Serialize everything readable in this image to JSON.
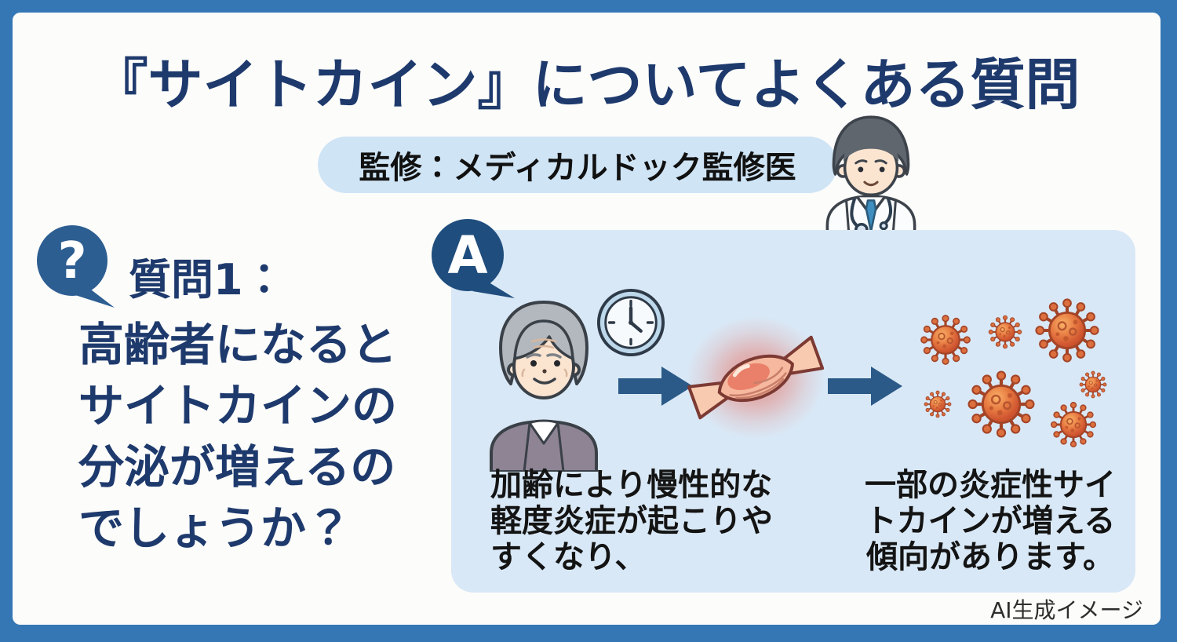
{
  "title": "『サイトカイン』についてよくある質問",
  "supervisor_badge": "監修：メディカルドック監修医",
  "question": {
    "icon_glyph": "?",
    "label": "質問1：",
    "lines": [
      "高齢者になると",
      "サイトカインの",
      "分泌が増えるの",
      "でしょうか？"
    ]
  },
  "answer": {
    "icon_glyph": "A",
    "step1_lines": [
      "加齢により慢性的な",
      "軽度炎症が起こりや",
      "すくなり、"
    ],
    "step2_lines": [
      "一部の炎症性サイ",
      "トカインが増える",
      "傾向があります。"
    ],
    "flow_icons": [
      "elderly-woman-icon",
      "clock-icon",
      "arrow-right-icon",
      "inflamed-muscle-icon",
      "arrow-right-icon",
      "cytokine-particles-icon"
    ]
  },
  "footer_note": "AI生成イメージ",
  "colors": {
    "frame_blue": "#3577b5",
    "canvas_bg": "#fcfcfa",
    "title_navy": "#1e3a6d",
    "badge_bg": "#cfe4f5",
    "panel_bg": "#d9e8f6",
    "question_bubble": "#2d5e92",
    "answer_bubble": "#1f4d7d",
    "arrow_navy": "#2b5a88",
    "caption_text": "#141414"
  }
}
